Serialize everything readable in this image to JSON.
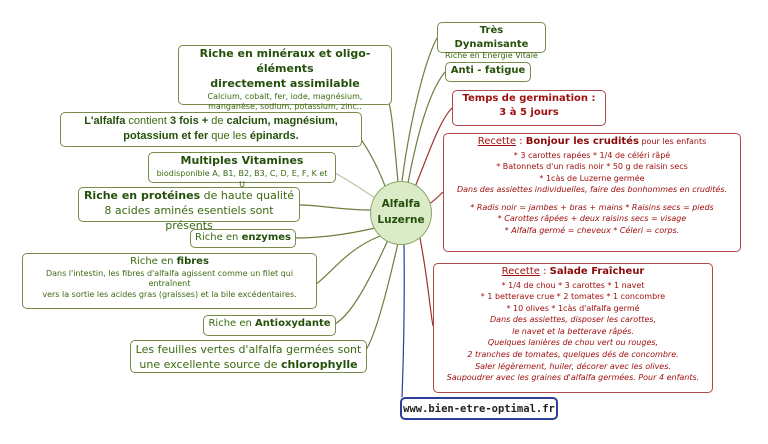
{
  "center": {
    "line1": "Alfalfa",
    "line2": "Luzerne"
  },
  "left": {
    "minerals": {
      "title1": "Riche en minéraux et oligo-éléments",
      "title2": "directement assimilable",
      "detail1": "Calcium, cobalt, fer, iode, magnésium,",
      "detail2": "manganèse, sodium, potassium, zinc.."
    },
    "spinach": {
      "p1": "L'alfalfa",
      "p2": " contient ",
      "p3": "3 fois +",
      "p4": " de ",
      "p5": "calcium, magnésium,",
      "p6": "potassium et fer",
      "p7": " que les ",
      "p8": "épinards."
    },
    "vitamins": {
      "title": "Multiples Vitamines",
      "detail": "biodisponible A, B1, B2, B3, C, D, E, F, K et U"
    },
    "proteins": {
      "p1": "Riche en protéines",
      "p2": " de haute qualité",
      "line2": "8 acides aminés esentiels sont présents"
    },
    "enzymes": {
      "p1": "Riche en ",
      "p2": "enzymes"
    },
    "fibres": {
      "p1": "Riche en ",
      "p2": "fibres",
      "d1": "Dans l'intestin, les fibres d'alfalfa agissent comme un filet qui",
      "d2": "entraînent",
      "d3": "vers la sortie les acides gras (graisses) et la bile excédentaires."
    },
    "antiox": {
      "p1": "Riche en ",
      "p2": "Antioxydante"
    },
    "chloro": {
      "line1": "Les feuilles vertes d'alfalfa germées sont",
      "p1": "une excellente source de ",
      "p2": "chlorophylle"
    }
  },
  "right": {
    "dyn": {
      "title": "Très Dynamisante",
      "detail": "Riche en Energie Vitale"
    },
    "fatigue": {
      "title": "Anti - fatigue"
    },
    "germ": {
      "line1": "Temps de germination :",
      "line2": "3 à 5 jours"
    },
    "recipe1": {
      "label": "Recette",
      "sep": " : ",
      "title": "Bonjour les crudités",
      "suffix": " pour les enfants",
      "lines": [
        "* 3 carottes rapées * 1/4 de céléri râpé",
        "* Batonnets d'un radis noir * 50 g de raisin secs",
        "* 1càs de Luzerne germée"
      ],
      "italic": [
        "Dans des assiettes individuelles, faire des bonhommes en crudités.",
        "",
        "* Radis noir = jambes + bras + mains * Raisins secs = pieds",
        "* Carottes râpées + deux raisins secs = visage",
        "* Alfalfa germé = cheveux * Céleri = corps."
      ]
    },
    "recipe2": {
      "label": "Recette",
      "sep": " : ",
      "title": "Salade Fraîcheur",
      "lines": [
        "* 1/4 de chou * 3 carottes * 1 navet",
        "* 1 betterave crue * 2 tomates * 1 concombre",
        "* 10 olives * 1càs d'alfalfa germé"
      ],
      "italic": [
        "Dans des assiettes, disposer les carottes,",
        "le navet et la betterave râpés.",
        "Quelques lanières de chou vert ou rouges,",
        "2 tranches de tomates, quelques dés de concombre.",
        "Saler légèrement, huiler, décorer avec les olives.",
        "Saupoudrer avec les graines d'alfalfa germées. Pour 4 enfants."
      ]
    },
    "url": "www.bien-etre-optimal.fr"
  },
  "colors": {
    "green": "#3a6a10",
    "red": "#a01010",
    "blue": "#2b3f9a",
    "center_fill": "#dbeac7"
  }
}
